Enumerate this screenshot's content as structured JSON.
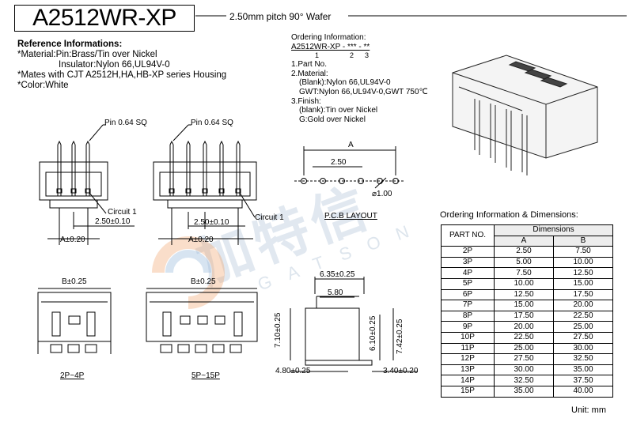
{
  "title": "A2512WR-XP",
  "subtitle": "2.50mm pitch 90° Wafer",
  "reference": {
    "heading": "Reference Informations:",
    "lines": [
      "*Material:Pin:Brass/Tin over Nickel",
      "Insulator:Nylon 66,UL94V-0",
      "*Mates with CJT A2512H,HA,HB-XP series Housing",
      "*Color:White"
    ]
  },
  "ordering": {
    "heading": "Ordering Information:",
    "code": "A2512WR-XP - *** - **",
    "code_nums": [
      "1",
      "2",
      "3"
    ],
    "lines": [
      "1.Part No.",
      "2.Material:",
      "(Blank):Nylon 66,UL94V-0",
      "GWT:Nylon 66,UL94V-0,GWT 750℃",
      "3.Finish:",
      "(blank):Tin over Nickel",
      "G:Gold over Nickel"
    ]
  },
  "drawing": {
    "pin_label": "Pin 0.64 SQ",
    "circuit_label": "Circuit 1",
    "pitch_dim": "2.50±0.10",
    "a_dim": "A±0.20",
    "b_dim": "B±0.25",
    "view1_caption": "2P~4P",
    "view2_caption": "5P~15P",
    "pcb_a": "A",
    "pcb_pitch": "2.50",
    "pcb_hole": "⌀1.00",
    "pcb_caption": "P.C.B LAYOUT",
    "side_dims": [
      "6.35±0.25",
      "5.80",
      "7.10±0.25",
      "6.10±0.25",
      "7.42±0.25",
      "4.80±0.25",
      "3.40±0.20"
    ],
    "watermark": "加特信",
    "watermark_sub": "GATSON"
  },
  "table": {
    "title": "Ordering Information & Dimensions:",
    "col_part": "PART NO.",
    "col_group": "Dimensions",
    "col_a": "A",
    "col_b": "B",
    "rows": [
      [
        "2P",
        "2.50",
        "7.50"
      ],
      [
        "3P",
        "5.00",
        "10.00"
      ],
      [
        "4P",
        "7.50",
        "12.50"
      ],
      [
        "5P",
        "10.00",
        "15.00"
      ],
      [
        "6P",
        "12.50",
        "17.50"
      ],
      [
        "7P",
        "15.00",
        "20.00"
      ],
      [
        "8P",
        "17.50",
        "22.50"
      ],
      [
        "9P",
        "20.00",
        "25.00"
      ],
      [
        "10P",
        "22.50",
        "27.50"
      ],
      [
        "11P",
        "25.00",
        "30.00"
      ],
      [
        "12P",
        "27.50",
        "32.50"
      ],
      [
        "13P",
        "30.00",
        "35.00"
      ],
      [
        "14P",
        "32.50",
        "37.50"
      ],
      [
        "15P",
        "35.00",
        "40.00"
      ]
    ],
    "unit": "Unit: mm"
  }
}
